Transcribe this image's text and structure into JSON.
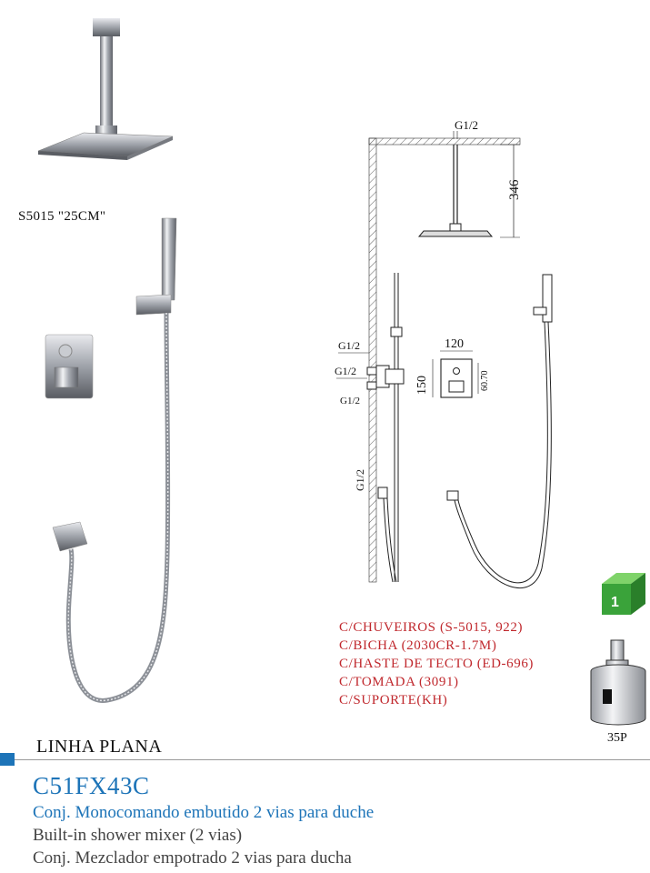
{
  "photo_label": "S5015 \"25CM\"",
  "drawing": {
    "top_inlet": "G1/2",
    "height_dim": "346",
    "inlet_1": "G1/2",
    "inlet_2": "G1/2",
    "inlet_3": "G1/2",
    "inlet_4": "G1/2",
    "plate_width": "120",
    "plate_height": "150",
    "handle_dim": "60.70"
  },
  "components": [
    "C/CHUVEIROS (S-5015, 922)",
    "C/BICHA (2030CR-1.7M)",
    "C/HASTE DE TECTO (ED-696)",
    "C/TOMADA (3091)",
    "C/SUPORTE(KH)"
  ],
  "badge_number": "1",
  "cartridge_label": "35P",
  "section_title": "LINHA PLANA",
  "product_code": "C51FX43C",
  "desc_pt": "Conj. Monocomando embutido 2 vias para duche",
  "desc_en": "Built-in shower mixer (2 vias)",
  "desc_es": "Conj. Mezclador empotrado 2 vias para ducha",
  "colors": {
    "accent_blue": "#1d74b8",
    "component_red": "#c0282d",
    "badge_green": "#3aa33a"
  }
}
